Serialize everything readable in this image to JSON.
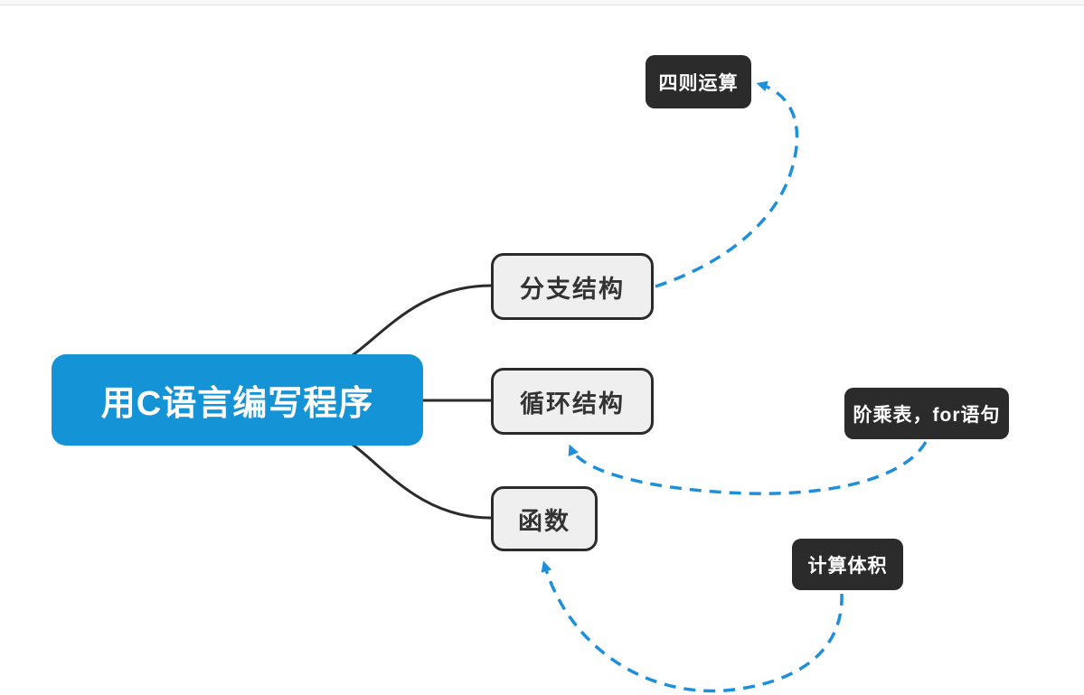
{
  "canvas": {
    "background": "#ffffff",
    "top_strip": {
      "fill": "#f8f8f8",
      "border": "#e3e3e3"
    }
  },
  "colors": {
    "root_fill": "#1593d7",
    "root_text": "#ffffff",
    "child_fill": "#efefef",
    "child_border": "#2b2b2b",
    "child_text": "#333333",
    "callout_fill": "#2b2b2b",
    "callout_text": "#ffffff",
    "branch_line": "#2b2b2b",
    "relationship_line": "#1e8fdb"
  },
  "mindmap": {
    "root": {
      "label": "用C语言编写程序"
    },
    "children": [
      {
        "label": "分支结构"
      },
      {
        "label": "循环结构"
      },
      {
        "label": "函数"
      }
    ],
    "callouts": [
      {
        "label": "四则运算"
      },
      {
        "label": "阶乘表，for语句"
      },
      {
        "label": "计算体积"
      }
    ],
    "relationships": [
      {
        "from": "分支结构",
        "to": "四则运算",
        "style": "blue-dashed-arrow"
      },
      {
        "from": "阶乘表，for语句",
        "to": "循环结构",
        "style": "blue-dashed-arrow"
      },
      {
        "from": "计算体积",
        "to": "函数",
        "style": "blue-dashed-arrow"
      }
    ]
  }
}
